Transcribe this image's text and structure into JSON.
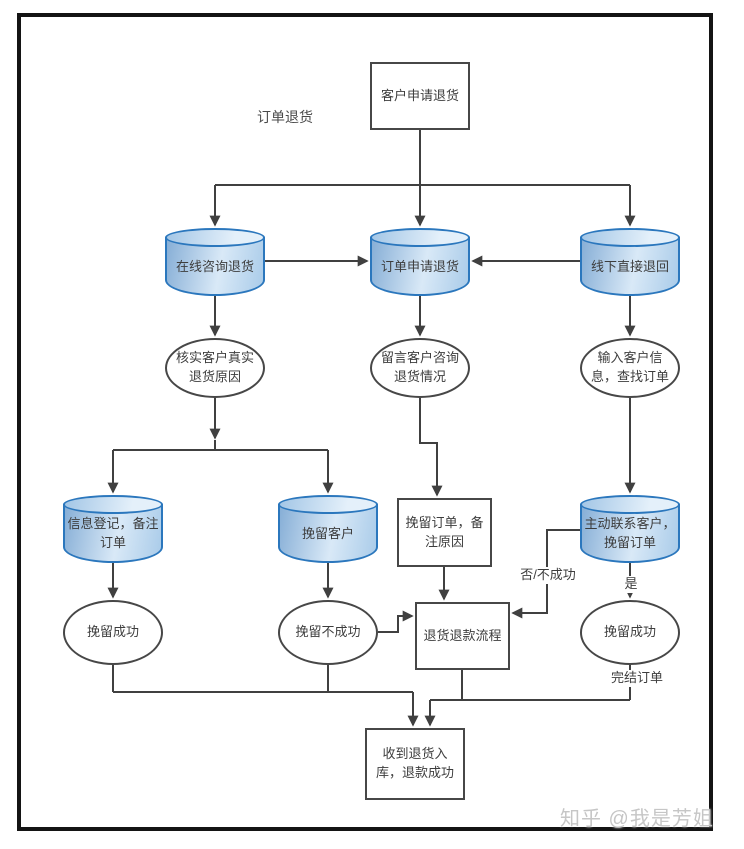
{
  "diagram": {
    "section_label": "订单退货",
    "watermark": "知乎 @我是芳姐",
    "colors": {
      "cylinder_border": "#2b77bd",
      "cylinder_fill_dark": "#86aed6",
      "cylinder_fill_light": "#d9e9f7",
      "shape_border": "#474747",
      "line": "#404040",
      "frame": "#141414",
      "watermark_gray": "#c6c6c6"
    },
    "nodes": {
      "customer_request": "客户申请退货",
      "online_consult": "在线咨询退货",
      "order_apply": "订单申请退货",
      "offline_return": "线下直接退回",
      "verify_reason": "核实客户真实\n退货原因",
      "message_consult": "留言客户咨询\n退货情况",
      "input_info": "输入客户信\n息，查找订单",
      "info_register": "信息登记，备注\n订单",
      "retain_customer": "挽留客户",
      "retain_order_note": "挽留订单，备\n注原因",
      "contact_customer": "主动联系客户，\n挽留订单",
      "retain_success_left": "挽留成功",
      "retain_fail": "挽留不成功",
      "refund_process": "退货退款流程",
      "retain_success_right": "挽留成功",
      "received_refund": "收到退货入\n库，退款成功"
    },
    "edge_labels": {
      "no_unsuccessful": "否/不成功",
      "yes": "是",
      "complete_order": "完结订单"
    }
  }
}
